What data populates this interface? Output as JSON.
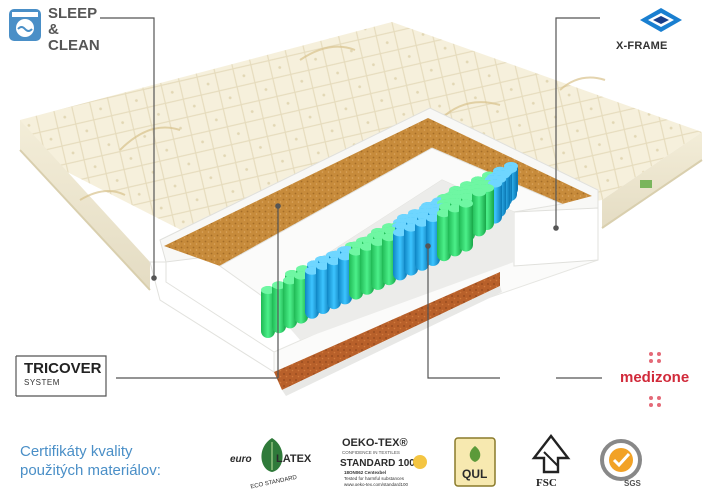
{
  "features": {
    "sleep_clean": {
      "line1": "SLEEP",
      "line2": "&",
      "line3": "CLEAN",
      "icon": "washing-machine-icon"
    },
    "xframe": {
      "label": "X-FRAME",
      "icon": "xframe-logo"
    },
    "tricover": {
      "label": "TRICOVER",
      "sub": "SYSTEM"
    },
    "medizone": {
      "label": "medizone",
      "icon": "medizone-cross-logo"
    }
  },
  "certificates": {
    "title_line1": "Certifikáty kvality",
    "title_line2": "použitých materiálov:",
    "eurolatex": {
      "euro": "euro",
      "latex": "LATEX",
      "sub": "ECO STANDARD"
    },
    "oekotex": {
      "title": "OEKO-TEX®",
      "tag": "CONFIDENCE IN TEXTILES",
      "standard": "STANDARD 100",
      "code": "18ON062 Centexbel",
      "tested": "Tested for harmful substances",
      "url": "www.oeko-tex.com/standard100"
    },
    "qul": {
      "label": "QUL"
    },
    "fsc": {
      "label": "FSC"
    },
    "sgs": {
      "label": "SGS"
    }
  },
  "colors": {
    "accent_blue": "#4a8fc7",
    "label_gray": "#565656",
    "medizone_red": "#d12a3a",
    "spring_green": "#2fd86a",
    "spring_blue": "#1aa7e6",
    "coconut": "#c48a3a"
  }
}
